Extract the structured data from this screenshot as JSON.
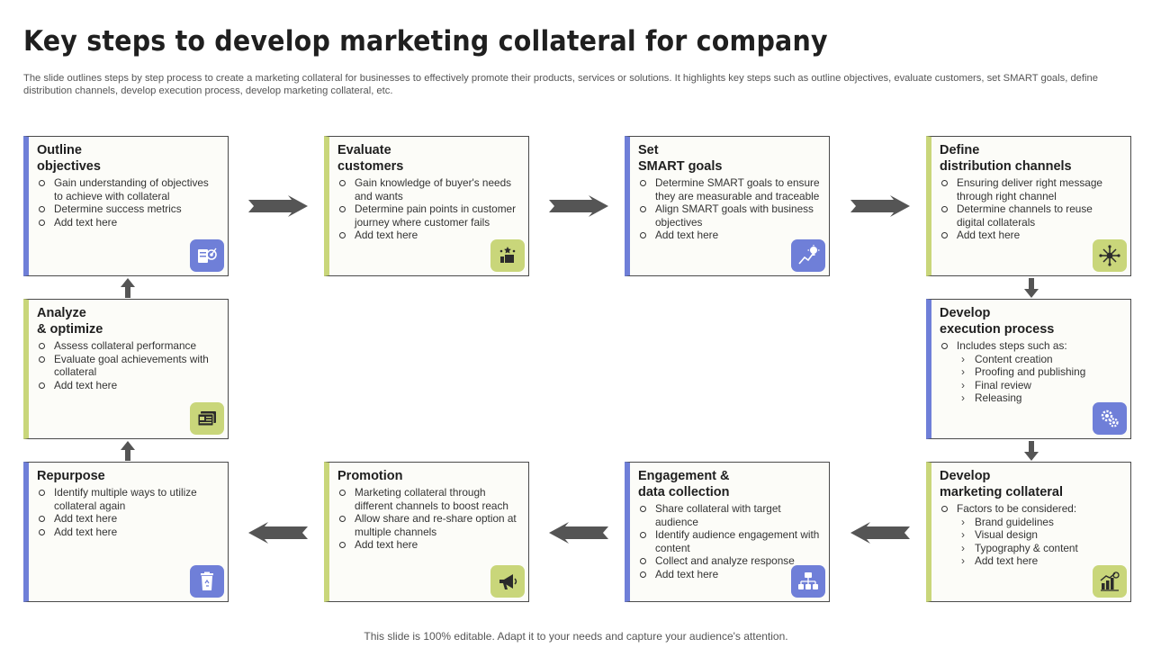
{
  "title": "Key steps to develop marketing collateral for company",
  "subtitle": "The slide outlines steps by step process to create a marketing collateral for businesses to effectively promote their products, services or solutions. It highlights key steps such as outline objectives, evaluate customers, set SMART goals, define distribution channels, develop execution process, develop marketing collateral, etc.",
  "footer": "This slide is 100% editable. Adapt it to your needs and capture your audience's attention.",
  "colors": {
    "blue_accent": "#6f7fd8",
    "green_accent": "#c9d67a",
    "arrow": "#555555"
  },
  "cards": {
    "outline": {
      "title_line1": "Outline",
      "title_line2": "objectives",
      "items": [
        "Gain understanding of objectives to achieve with collateral",
        "Determine success metrics",
        "Add text here"
      ],
      "icon": "target-document-icon"
    },
    "evaluate": {
      "title_line1": "Evaluate",
      "title_line2": "customers",
      "items": [
        "Gain knowledge of buyer's needs and wants",
        "Determine pain points in customer journey where customer fails",
        "Add text here"
      ],
      "icon": "customer-rating-icon"
    },
    "smart": {
      "title_line1": "Set",
      "title_line2": "SMART goals",
      "items": [
        "Determine SMART goals to ensure they are measurable and traceable",
        "Align SMART goals with business objectives",
        "Add text here"
      ],
      "icon": "growth-idea-icon"
    },
    "distribution": {
      "title_line1": "Define",
      "title_line2": "distribution channels",
      "items": [
        "Ensuring deliver right message through right channel",
        "Determine channels to reuse digital collaterals",
        "Add text here"
      ],
      "icon": "network-hub-icon"
    },
    "execution": {
      "title_line1": "Develop",
      "title_line2": "execution process",
      "intro": "Includes steps such as:",
      "subitems": [
        "Content creation",
        "Proofing and publishing",
        "Final review",
        "Releasing"
      ],
      "icon": "gears-icon"
    },
    "collateral": {
      "title_line1": "Develop",
      "title_line2": "marketing collateral",
      "intro": "Factors to  be considered:",
      "subitems": [
        "Brand guidelines",
        "Visual design",
        "Typography & content",
        "Add text here"
      ],
      "icon": "analytics-chart-icon"
    },
    "engagement": {
      "title_line1": "Engagement &",
      "title_line2": "data collection",
      "items": [
        "Share collateral with target audience",
        "Identify audience engagement with content",
        "Collect and analyze response",
        "Add text here"
      ],
      "icon": "data-folders-icon"
    },
    "promotion": {
      "title_line1": "Promotion",
      "items": [
        "Marketing collateral through different channels to boost reach",
        "Allow share and re-share option at multiple channels",
        "Add text here"
      ],
      "icon": "megaphone-icon"
    },
    "repurpose": {
      "title_line1": "Repurpose",
      "items": [
        "Identify multiple ways to utilize collateral again",
        "Add text here",
        "Add text here"
      ],
      "icon": "recycle-bin-icon"
    },
    "analyze": {
      "title_line1": "Analyze",
      "title_line2": "& optimize",
      "items": [
        "Assess collateral performance",
        "Evaluate goal achievements with collateral",
        "Add text here"
      ],
      "icon": "performance-card-icon"
    }
  }
}
